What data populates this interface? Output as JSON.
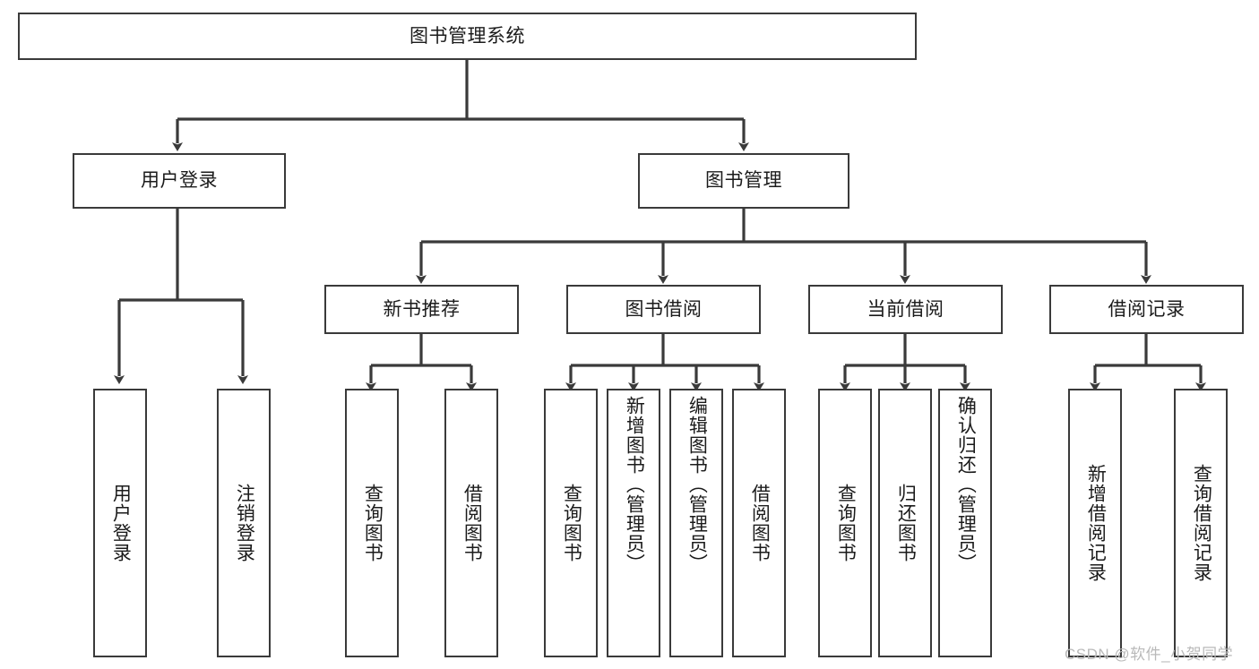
{
  "diagram": {
    "type": "tree-hierarchy-chart",
    "title": "图书管理系统",
    "watermark": "CSDN @软件_小贺同学",
    "colors": {
      "box_border": "#3a3a3a",
      "connector": "#3a3a3a",
      "background": "#ffffff",
      "text": "#1b1b1b",
      "watermark": "#b9b9b9"
    },
    "root": {
      "label": "图书管理系统"
    },
    "level2": [
      {
        "label": "用户登录"
      },
      {
        "label": "图书管理"
      }
    ],
    "level3": [
      {
        "label": "新书推荐"
      },
      {
        "label": "图书借阅"
      },
      {
        "label": "当前借阅"
      },
      {
        "label": "借阅记录"
      }
    ],
    "leaves": {
      "user_login": [
        {
          "label": "用户登录"
        },
        {
          "label": "注销登录"
        }
      ],
      "new_book_recommend": [
        {
          "label": "查询图书"
        },
        {
          "label": "借阅图书"
        }
      ],
      "book_borrow": [
        {
          "label": "查询图书"
        },
        {
          "label": "新增图书（管理员）"
        },
        {
          "label": "编辑图书（管理员）"
        },
        {
          "label": "借阅图书"
        }
      ],
      "current_borrow": [
        {
          "label": "查询图书"
        },
        {
          "label": "归还图书"
        },
        {
          "label": "确认归还（管理员）"
        }
      ],
      "borrow_record": [
        {
          "label": "新增借阅记录"
        },
        {
          "label": "查询借阅记录"
        }
      ]
    }
  }
}
